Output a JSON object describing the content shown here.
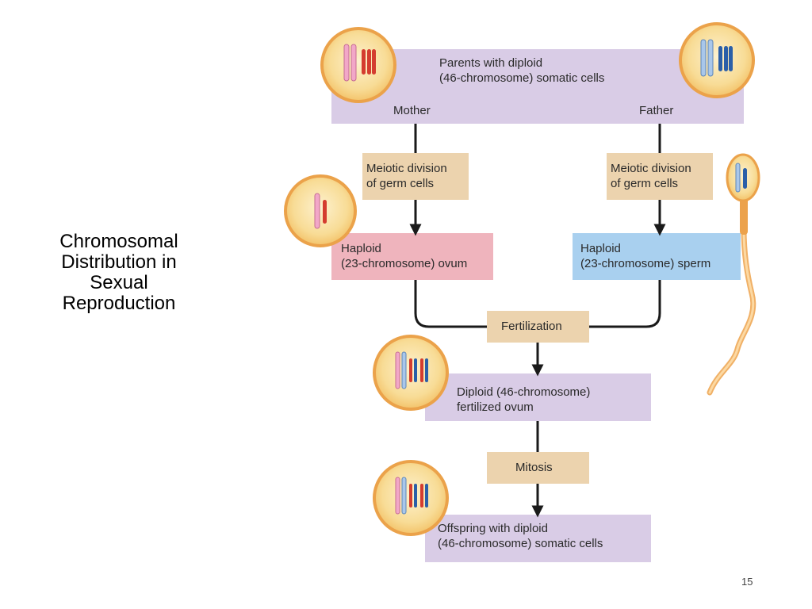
{
  "slide": {
    "title_lines": [
      "Chromosomal",
      "Distribution in",
      "Sexual",
      "Reproduction"
    ],
    "page_number": "15"
  },
  "diagram": {
    "parents": {
      "lines": [
        "Parents with diploid",
        "(46-chromosome) somatic cells"
      ],
      "mother": "Mother",
      "father": "Father"
    },
    "meiosis_mother": {
      "lines": [
        "Meiotic division",
        "of germ cells"
      ]
    },
    "meiosis_father": {
      "lines": [
        "Meiotic division",
        "of germ cells"
      ]
    },
    "ovum": {
      "lines": [
        "Haploid",
        "(23-chromosome) ovum"
      ]
    },
    "sperm": {
      "lines": [
        "Haploid",
        "(23-chromosome) sperm"
      ]
    },
    "fertilization": "Fertilization",
    "zygote": {
      "lines": [
        "Diploid (46-chromosome)",
        "fertilized ovum"
      ]
    },
    "mitosis": "Mitosis",
    "offspring": {
      "lines": [
        "Offspring with diploid",
        "(46-chromosome) somatic cells"
      ]
    }
  },
  "colors": {
    "purple_box": "#d9cce6",
    "tan_box": "#ecd3ae",
    "ovum_box": "#efb4bd",
    "sperm_box": "#a9d0ef",
    "cell_fill": "#f8dc96",
    "cell_ring": "#eba24a",
    "maternal_chromosome": "#f2a7c8",
    "maternal_chromosome_dark": "#d43c2f",
    "paternal_chromosome": "#a9c7ea",
    "paternal_chromosome_dark": "#2b5fa8"
  }
}
